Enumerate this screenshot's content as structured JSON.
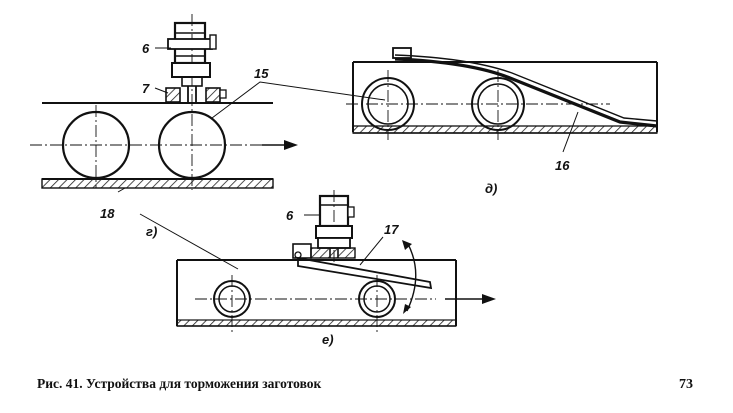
{
  "figure": {
    "caption": "Рис. 41. Устройства для торможения заготовок",
    "page_number": "73"
  },
  "views": {
    "g": {
      "label": "г)"
    },
    "d": {
      "label": "д)"
    },
    "e": {
      "label": "е)"
    }
  },
  "callouts": {
    "c6a": "6",
    "c7": "7",
    "c15": "15",
    "c16": "16",
    "c18": "18",
    "c6b": "6",
    "c17": "17"
  }
}
